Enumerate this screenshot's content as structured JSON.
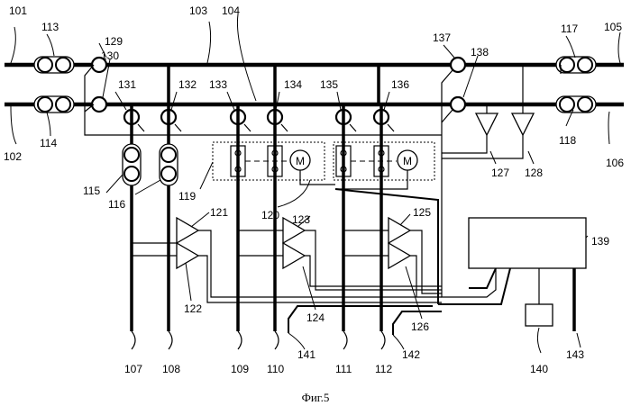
{
  "figure": {
    "caption": "Фиг.5"
  },
  "labels": {
    "l101": "101",
    "l102": "102",
    "l103": "103",
    "l104": "104",
    "l105": "105",
    "l106": "106",
    "l107": "107",
    "l108": "108",
    "l109": "109",
    "l110": "110",
    "l111": "111",
    "l112": "112",
    "l113": "113",
    "l114": "114",
    "l115": "115",
    "l116": "116",
    "l117": "117",
    "l118": "118",
    "l119": "119",
    "l120": "120",
    "l121": "121",
    "l122": "122",
    "l123": "123",
    "l124": "124",
    "l125": "125",
    "l126": "126",
    "l127": "127",
    "l128": "128",
    "l129": "129",
    "l130": "130",
    "l131": "131",
    "l132": "132",
    "l133": "133",
    "l134": "134",
    "l135": "135",
    "l136": "136",
    "l137": "137",
    "l138": "138",
    "l139": "139",
    "l140": "140",
    "l141": "141",
    "l142": "142",
    "l143": "143"
  },
  "motor_symbol": "M"
}
